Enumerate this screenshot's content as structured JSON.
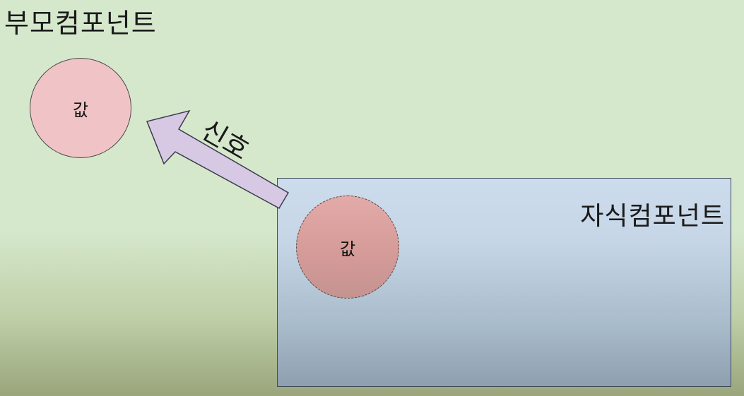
{
  "parent": {
    "title": "부모컴포넌트",
    "value_label": "값"
  },
  "child": {
    "title": "자식컴포넌트",
    "value_label": "값"
  },
  "signal": {
    "label": "신호"
  },
  "colors": {
    "background_top": "#d6e8cc",
    "background_bottom": "#9aa57c",
    "parent_circle": "#f0c4c6",
    "child_box_top": "#ccdcec",
    "child_box_bottom": "#8e9fb0",
    "child_circle": "#d49a98",
    "arrow_fill": "#d7c8e4",
    "arrow_stroke": "#3c3c4c"
  }
}
